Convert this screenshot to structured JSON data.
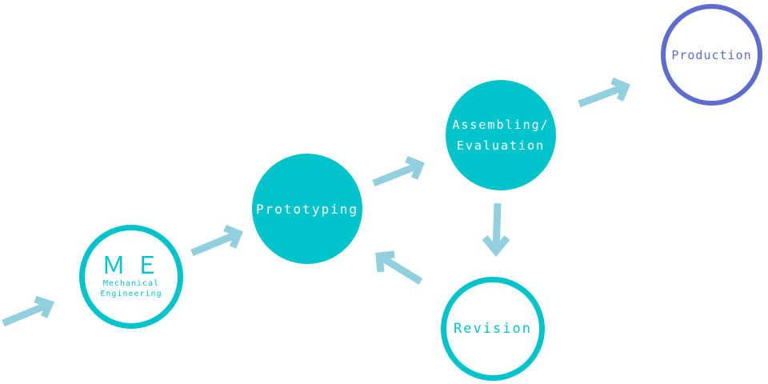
{
  "nodes": {
    "me": {
      "abbr": "ＭＥ",
      "full_line1": "Mechanical",
      "full_line2": "Engineering"
    },
    "prototyping": {
      "label": "Prototyping"
    },
    "assembling": {
      "line1": "Assembling/",
      "line2": "Evaluation"
    },
    "revision": {
      "label": "Revision"
    },
    "production": {
      "label": "Production"
    }
  },
  "colors": {
    "teal": "#00c4cc",
    "arrow": "#93d0df",
    "production": "#5e6ccf"
  }
}
